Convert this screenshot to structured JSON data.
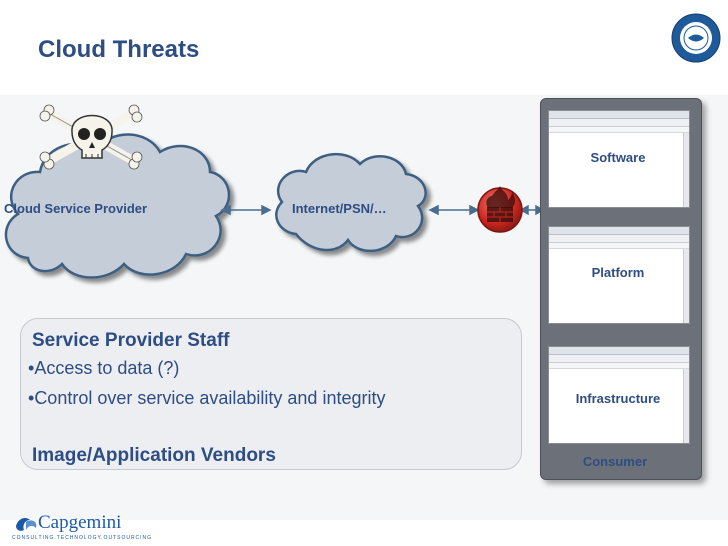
{
  "slide": {
    "title": "Cloud Threats"
  },
  "diagram": {
    "nodes": {
      "cloud_service_provider": "Cloud Service Provider",
      "internet": "Internet/PSN/…"
    },
    "panel": {
      "screens": [
        "Software",
        "Platform",
        "Infrastructure"
      ],
      "consumer": "Consumer"
    }
  },
  "text_box": {
    "heading1": "Service Provider Staff",
    "bullets": [
      "Access to data (?)",
      "Control over service availability and integrity"
    ],
    "heading2": "Image/Application Vendors"
  },
  "footer": {
    "logo": "Capgemini",
    "tagline": "CONSULTING.TECHNOLOGY.OUTSOURCING"
  },
  "colors": {
    "accent": "#2e4d84",
    "cloud": "#c5cdd8",
    "cloud_outline": "#3c5f82",
    "firewall": "#d0342c",
    "panel": "#6c7079"
  },
  "icons": [
    "skull-crossbones-icon",
    "firewall-icon",
    "university-seal-icon",
    "capgemini-logo-icon"
  ]
}
